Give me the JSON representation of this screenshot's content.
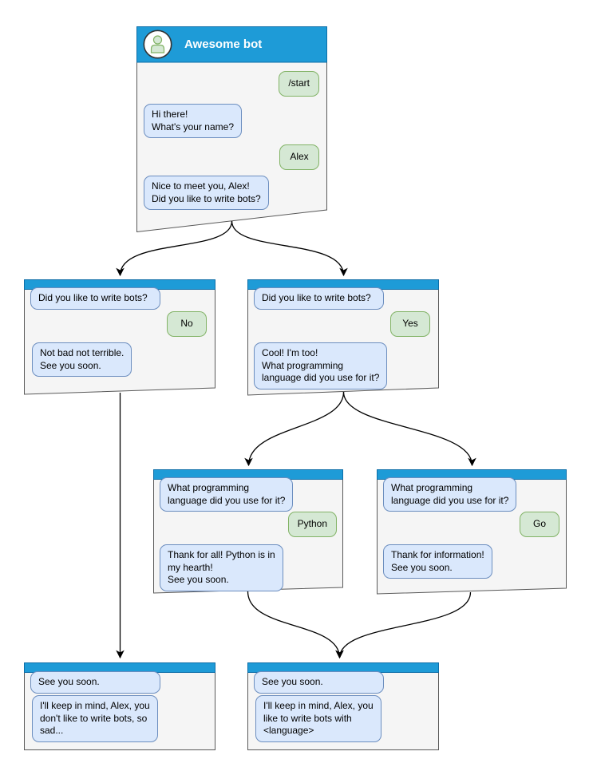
{
  "colors": {
    "header_blue": "#1e9bd7",
    "header_border": "#0d6ea8",
    "window_bg": "#f5f5f5",
    "window_border": "#595959",
    "bot_bubble_bg": "#dae8fc",
    "bot_bubble_border": "#6c8ebf",
    "user_bubble_bg": "#d5e8d4",
    "user_bubble_border": "#82b366",
    "arrow": "#000000"
  },
  "windows": {
    "root": {
      "title": "Awesome bot",
      "messages": [
        {
          "from": "user",
          "text": "/start"
        },
        {
          "from": "bot",
          "text": "Hi there!\nWhat's your name?"
        },
        {
          "from": "user",
          "text": "Alex"
        },
        {
          "from": "bot",
          "text": "Nice to meet you, Alex!\nDid you like to write bots?"
        }
      ]
    },
    "no": {
      "messages": [
        {
          "from": "bot",
          "text": "Did you like to write bots?"
        },
        {
          "from": "user",
          "text": "No"
        },
        {
          "from": "bot",
          "text": "Not bad not terrible.\nSee you soon."
        }
      ]
    },
    "yes": {
      "messages": [
        {
          "from": "bot",
          "text": "Did you like to write bots?"
        },
        {
          "from": "user",
          "text": "Yes"
        },
        {
          "from": "bot",
          "text": "Cool! I'm too!\nWhat programming\nlanguage did you use for it?"
        }
      ]
    },
    "python": {
      "messages": [
        {
          "from": "bot",
          "text": "What programming\nlanguage did you use for it?"
        },
        {
          "from": "user",
          "text": "Python"
        },
        {
          "from": "bot",
          "text": "Thank for all! Python is in\nmy hearth!\nSee you soon."
        }
      ]
    },
    "go": {
      "messages": [
        {
          "from": "bot",
          "text": "What programming\nlanguage did you use for it?"
        },
        {
          "from": "user",
          "text": "Go"
        },
        {
          "from": "bot",
          "text": "Thank for information!\nSee you soon."
        }
      ]
    },
    "end_no": {
      "messages": [
        {
          "from": "bot",
          "text": "See you soon."
        },
        {
          "from": "bot",
          "text": "I'll keep in mind, Alex, you\ndon't like to write bots, so\nsad..."
        }
      ]
    },
    "end_language": {
      "messages": [
        {
          "from": "bot",
          "text": "See you soon."
        },
        {
          "from": "bot",
          "text": "I'll keep in mind, Alex, you\nlike to write bots with\n<language>"
        }
      ]
    }
  }
}
